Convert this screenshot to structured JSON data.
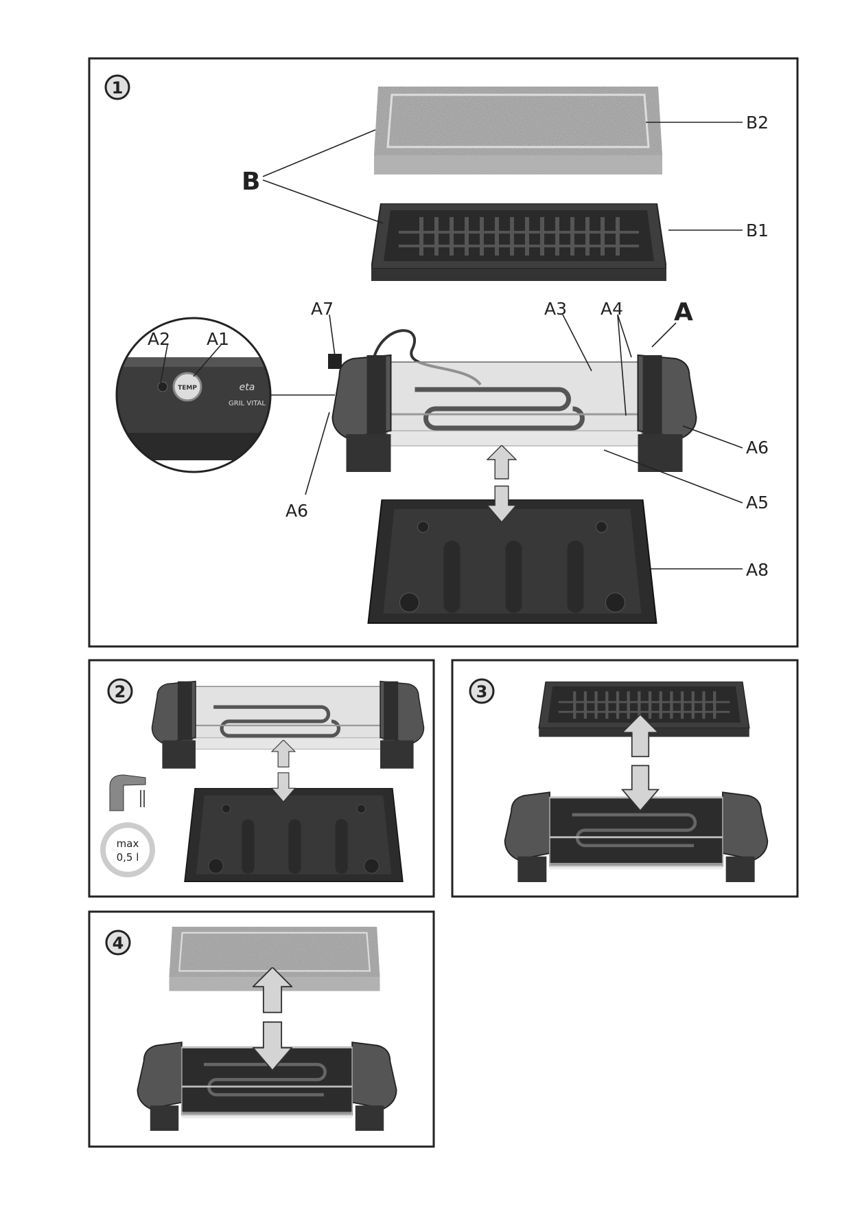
{
  "figure_1": {
    "number": "1",
    "labels": {
      "B": "B",
      "B1": "B1",
      "B2": "B2",
      "A": "A",
      "A1": "A1",
      "A2": "A2",
      "A3": "A3",
      "A4": "A4",
      "A5": "A5",
      "A6_right": "A6",
      "A6_left": "A6",
      "A7": "A7",
      "A8": "A8"
    },
    "detail": {
      "brand": "eta",
      "model": "GRIL VITAL",
      "dial": "TEMP"
    }
  },
  "figure_2": {
    "number": "2",
    "water_max_line1": "max",
    "water_max_line2": "0,5 l"
  },
  "figure_3": {
    "number": "3"
  },
  "figure_4": {
    "number": "4"
  },
  "colors": {
    "frame": "#222222",
    "arrow": "#d4d4d4",
    "dark_plastic": "#3a3a3a"
  }
}
